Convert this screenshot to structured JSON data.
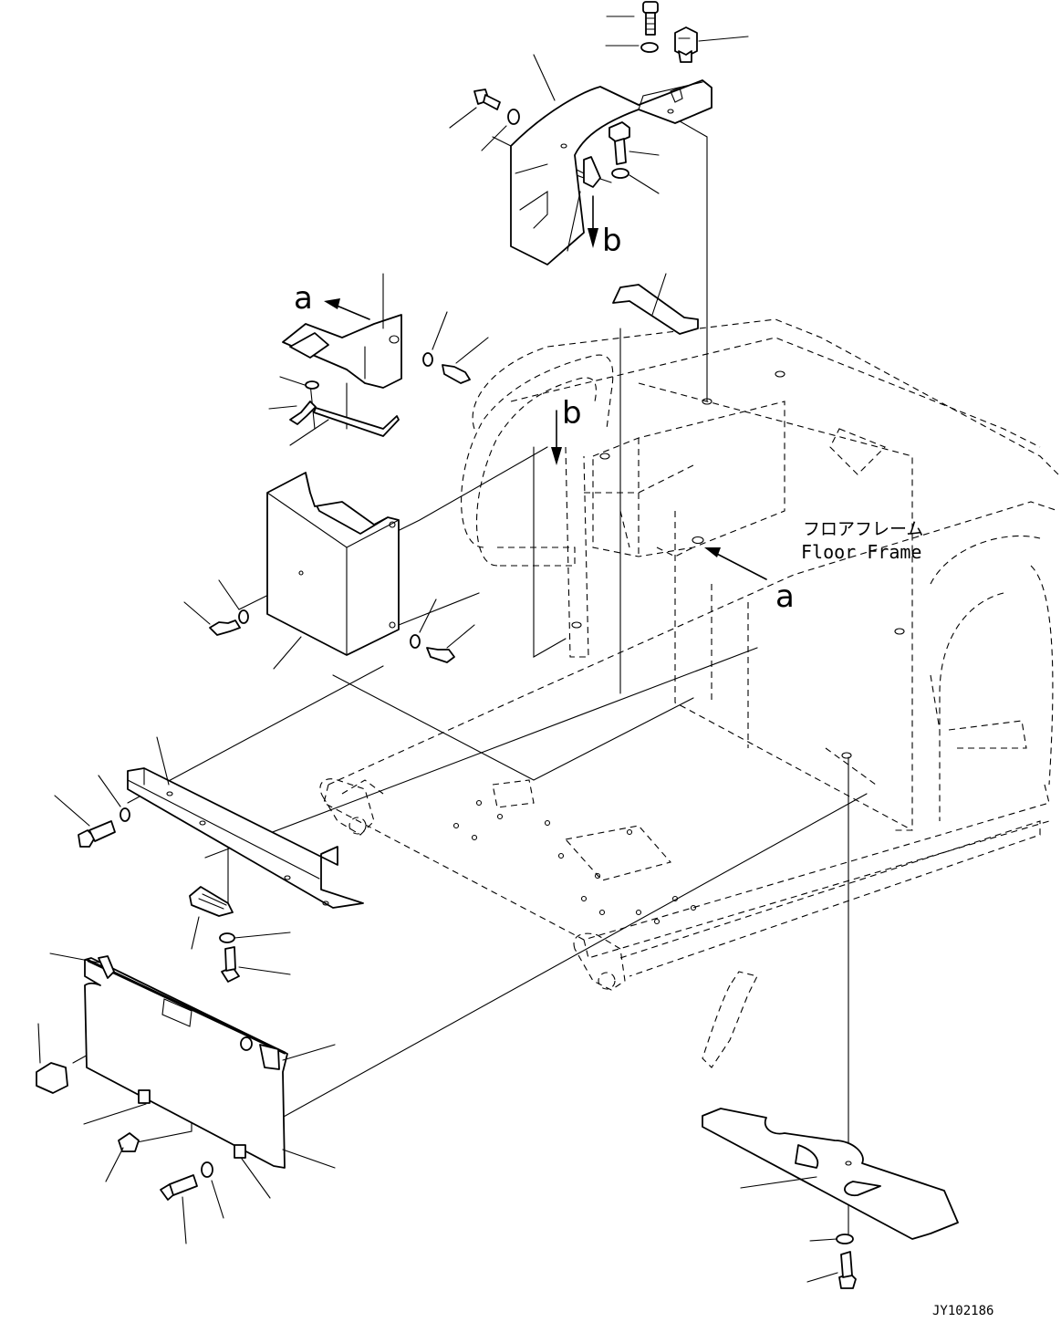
{
  "labels": {
    "floor_frame_jp": "フロアフレーム",
    "floor_frame_en": "Floor Frame",
    "view_a_1": "a",
    "view_a_2": "a",
    "view_b_1": "b",
    "view_b_2": "b",
    "drawing_id": "JY102186"
  }
}
